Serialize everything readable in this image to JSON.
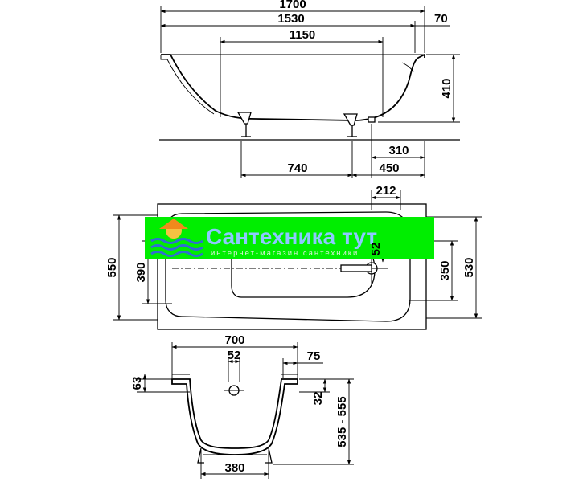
{
  "dimensions": {
    "side": {
      "total_length": "1700",
      "inner_length": "1530",
      "rim": "70",
      "flat_bottom": "1150",
      "height": "410",
      "drain_offset": "310",
      "leg_spacing": "740",
      "leg_offset": "450"
    },
    "top": {
      "drain_position": "212",
      "outer_width": "550",
      "inner_width": "390",
      "drain_hole": "52",
      "bottom_width": "350",
      "total_width": "530"
    },
    "section": {
      "width": "700",
      "hole": "52",
      "rim": "75",
      "rim_height": "63",
      "overflow": "32",
      "floor_height": "535 - 555",
      "base_width": "380"
    }
  },
  "watermark": {
    "title": "Сантехника тут",
    "subtitle": "интернет-магазин сантехники",
    "banner_color": "#00ee00",
    "text_color": "#8ec8ff",
    "logo_colors": [
      "#f5c242",
      "#f08a1c",
      "#2f6fd0"
    ]
  }
}
